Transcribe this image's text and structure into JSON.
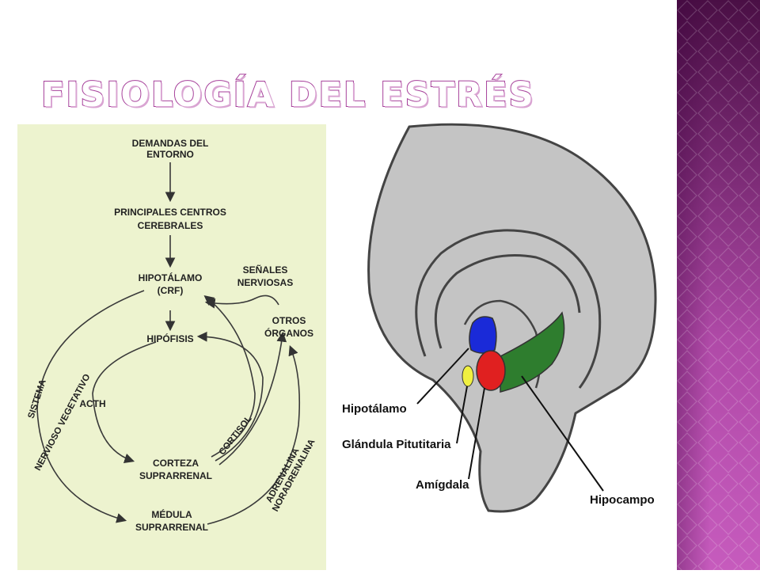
{
  "slide": {
    "title": "FISIOLOGÍA DEL ESTRÉS",
    "colors": {
      "accent": "#a53e99",
      "band_dark": "#4a0f45",
      "band_light": "#c65bbd",
      "flow_bg": "#edf3cf"
    }
  },
  "flow_diagram": {
    "nodes": {
      "demandas_1": "DEMANDAS DEL",
      "demandas_2": "ENTORNO",
      "centros_1": "PRINCIPALES CENTROS",
      "centros_2": "CEREBRALES",
      "hipotalamo_1": "HIPOTÁLAMO",
      "hipotalamo_2": "(CRF)",
      "hipofisis": "HIPÓFISIS",
      "acth": "ACTH",
      "corteza_1": "CORTEZA",
      "corteza_2": "SUPRARRENAL",
      "medula_1": "MÉDULA",
      "medula_2": "SUPRARRENAL",
      "senales_1": "SEÑALES",
      "senales_2": "NERVIOSAS",
      "otros_1": "OTROS",
      "otros_2": "ÓRGANOS"
    },
    "curved_labels": {
      "sistema": "SISTEMA",
      "nervioso": "NERVIOSO VEGETATIVO",
      "cortisol": "CORTISOL",
      "adrenalina": "ADRENALINA",
      "noradrenalina": "NORADRENALINA"
    }
  },
  "brain_diagram": {
    "labels": {
      "hipotalamo": "Hipotálamo",
      "pituitaria": "Glándula Pitutitaria",
      "amigdala": "Amígdala",
      "hipocampo": "Hipocampo"
    },
    "colors": {
      "brain": "#c4c4c4",
      "hypothalamus": "#1a2ad8",
      "amygdala": "#e02020",
      "hippocampus": "#2e7d2e",
      "pituitary": "#f0f040"
    }
  }
}
